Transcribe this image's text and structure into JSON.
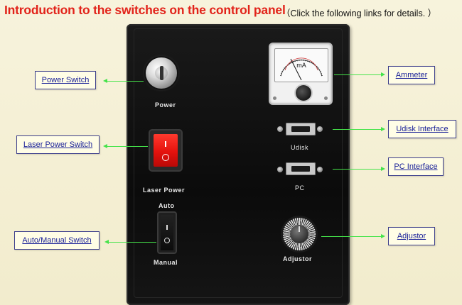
{
  "header": {
    "title": "Introduction to the switches on the control panel",
    "subtitle": "（Click the following links for details. ）"
  },
  "panel_labels": {
    "power": "Power",
    "laser_power": "Laser Power",
    "auto": "Auto",
    "manual": "Manual",
    "udisk": "Udisk",
    "pc": "PC",
    "adjustor": "Adjustor",
    "ammeter_unit": "mA"
  },
  "links": {
    "power_switch": "Power Switch",
    "laser_power_switch": "Laser Power Switch",
    "auto_manual_switch": "Auto/Manual Switch",
    "ammeter": "Ammeter",
    "udisk_interface": "Udisk Interface",
    "pc_interface": "PC Interface",
    "adjustor": "Adjustor"
  },
  "colors": {
    "title": "#e2231a",
    "link_text": "#1c2399",
    "arrow": "#45e34a",
    "background": "#f7f3dc"
  }
}
